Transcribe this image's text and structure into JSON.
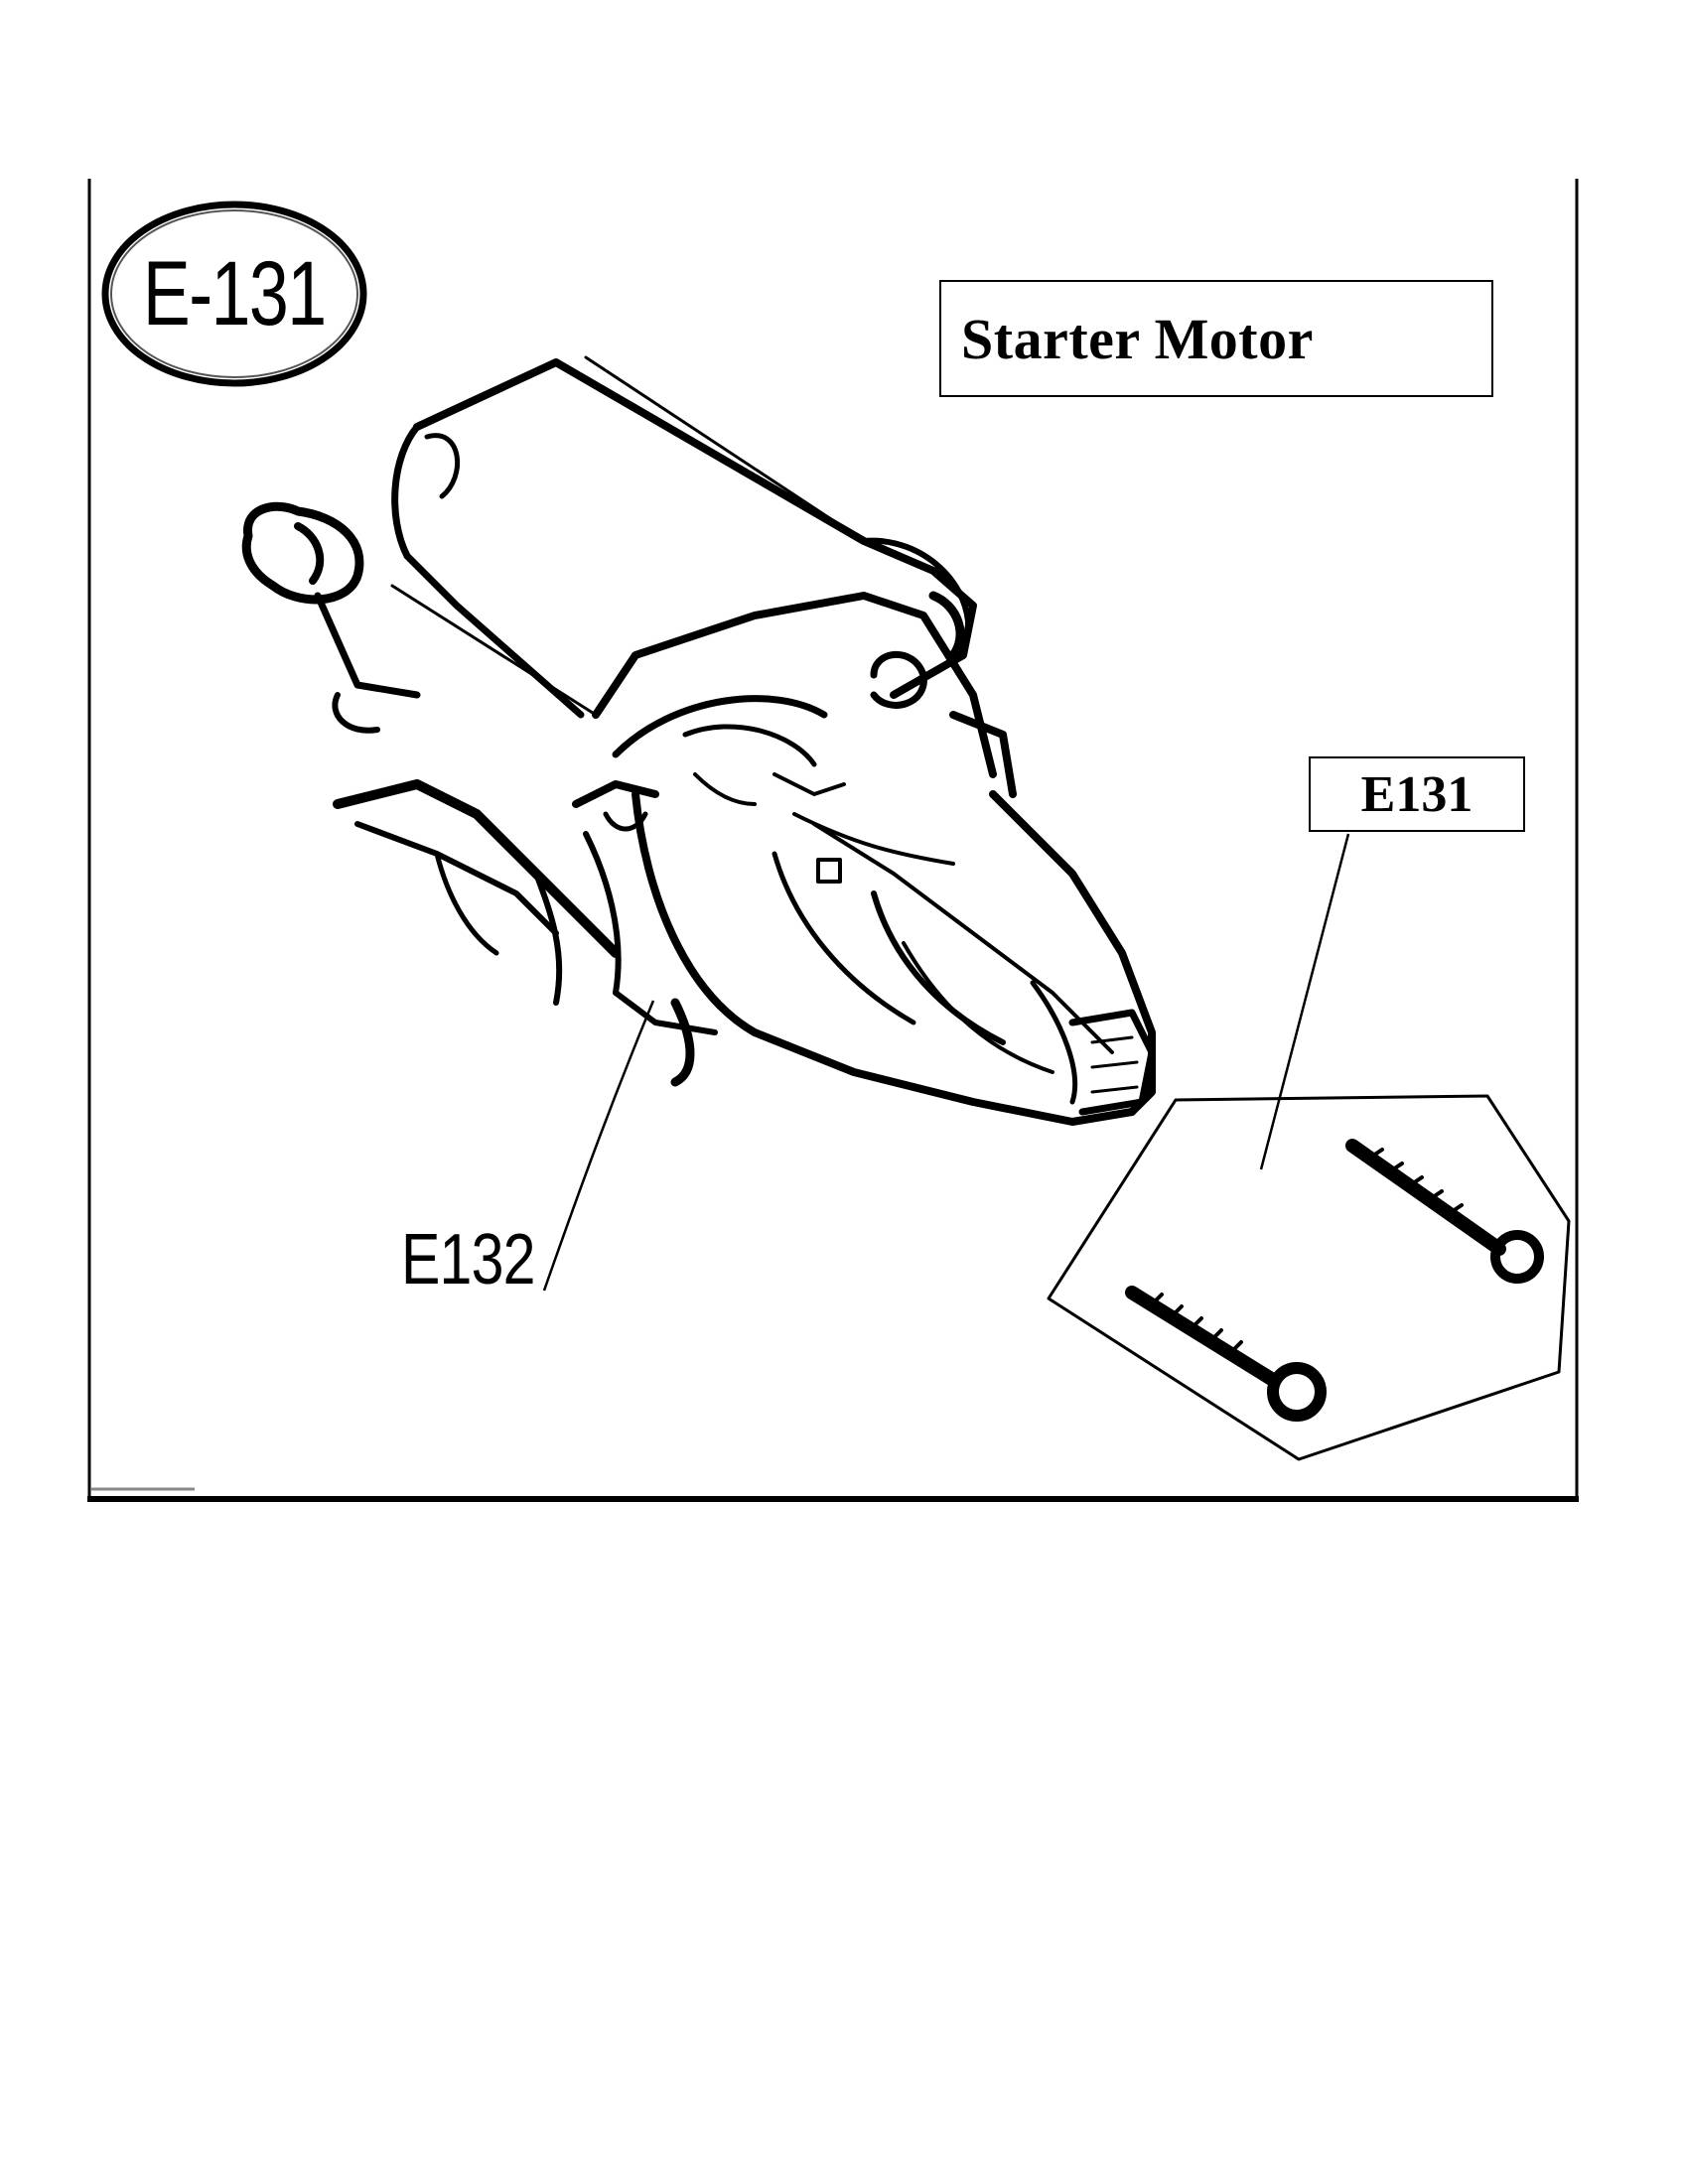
{
  "figure": {
    "section_badge": "E-131",
    "title": "Starter Motor",
    "callouts": {
      "screws_part": "E131",
      "motor_part": "E132"
    }
  }
}
